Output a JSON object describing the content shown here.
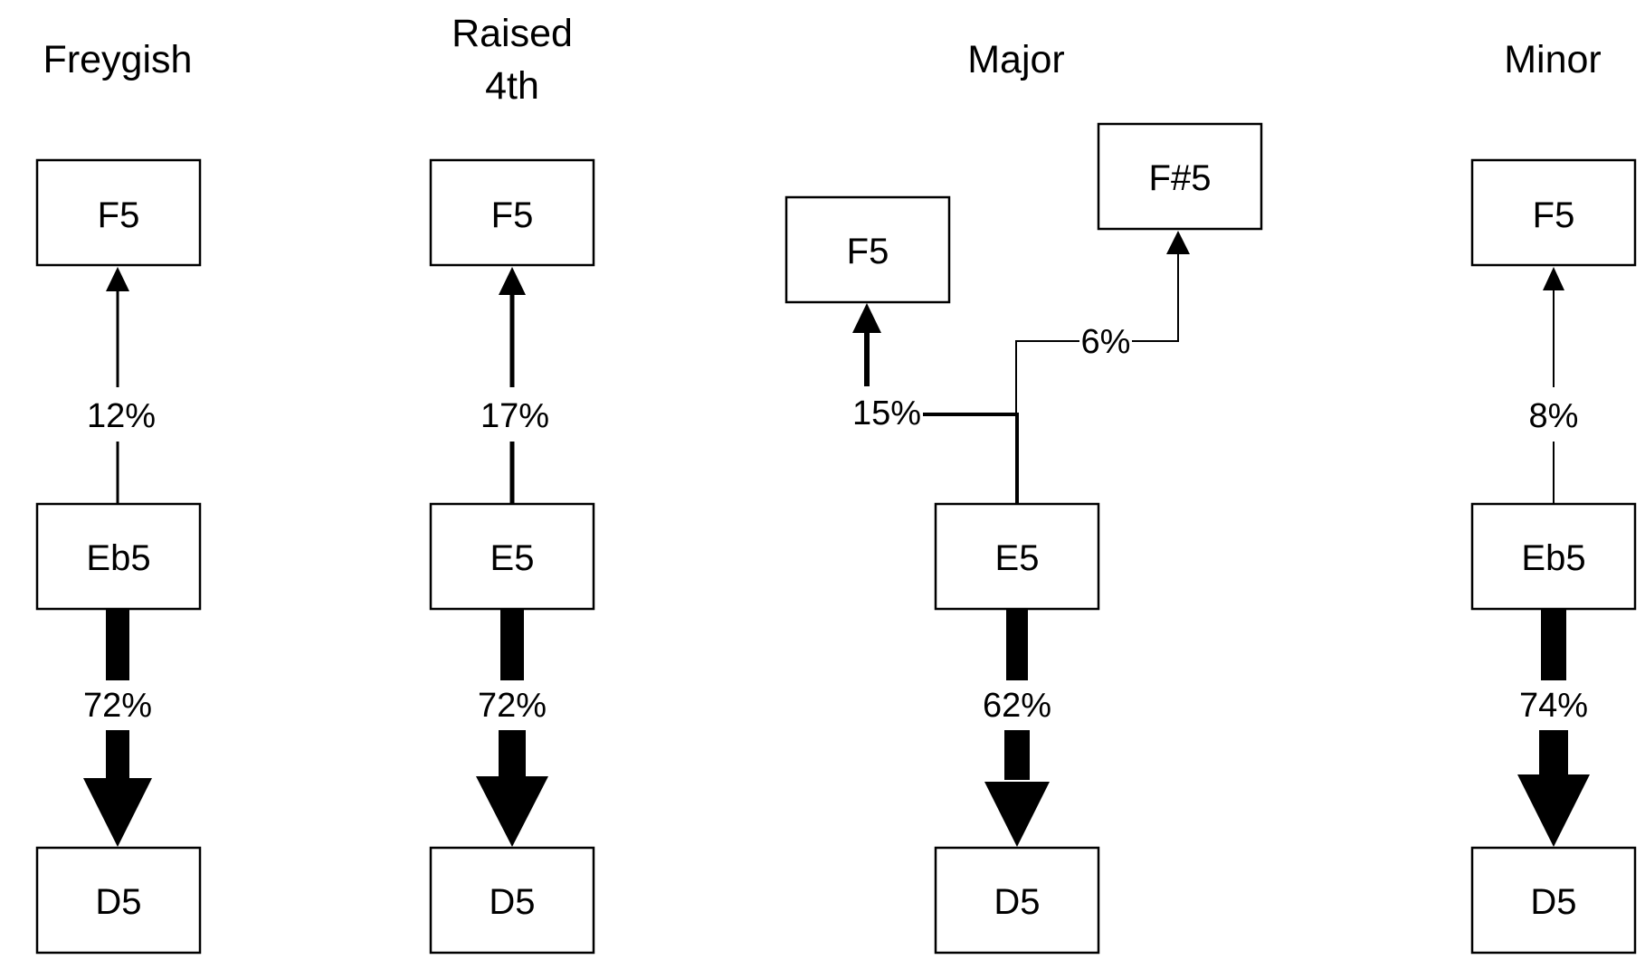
{
  "titles": {
    "freygish": "Freygish",
    "raised4_line1": "Raised",
    "raised4_line2": "4th",
    "major": "Major",
    "minor": "Minor"
  },
  "freygish": {
    "upper_note": "F5",
    "middle_note": "Eb5",
    "lower_note": "D5",
    "up_percent": "12%",
    "down_percent": "72%"
  },
  "raised4": {
    "upper_note": "F5",
    "middle_note": "E5",
    "lower_note": "D5",
    "up_percent": "17%",
    "down_percent": "72%"
  },
  "major": {
    "upper_left_note": "F5",
    "upper_right_note": "F#5",
    "middle_note": "E5",
    "lower_note": "D5",
    "left_percent": "15%",
    "right_percent": "6%",
    "down_percent": "62%"
  },
  "minor": {
    "upper_note": "F5",
    "middle_note": "Eb5",
    "lower_note": "D5",
    "up_percent": "8%",
    "down_percent": "74%"
  }
}
